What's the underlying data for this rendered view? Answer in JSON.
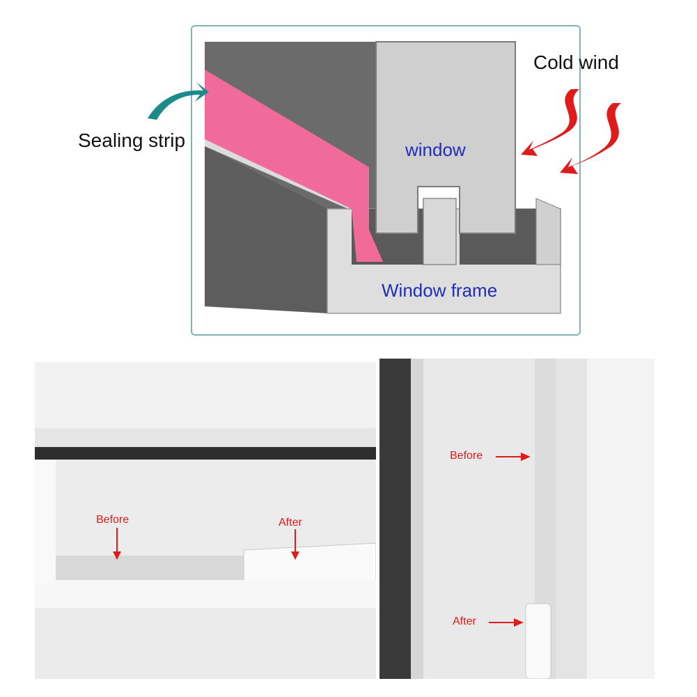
{
  "diagram": {
    "labels": {
      "cold_wind": "Cold wind",
      "sealing_strip": "Sealing strip",
      "window": "window",
      "window_frame": "Window frame"
    }
  },
  "photo_left": {
    "before": "Before",
    "after": "After"
  },
  "photo_right": {
    "before": "Before",
    "after": "After"
  },
  "colors": {
    "panel_border": "#7fb3b6",
    "sealing_strip": "#f06b9a",
    "arrow_red": "#e01b1b",
    "arrow_teal": "#1d8a8c",
    "label_blue": "#1f2db8"
  }
}
